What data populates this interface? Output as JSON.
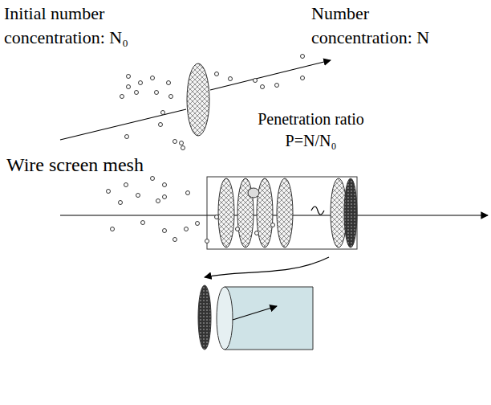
{
  "diagram": {
    "labels": [
      "Initial number concentration: N₀",
      "Number concentration: N",
      "Penetration ratio P=N/N₀",
      "Wire screen mesh"
    ]
  }
}
